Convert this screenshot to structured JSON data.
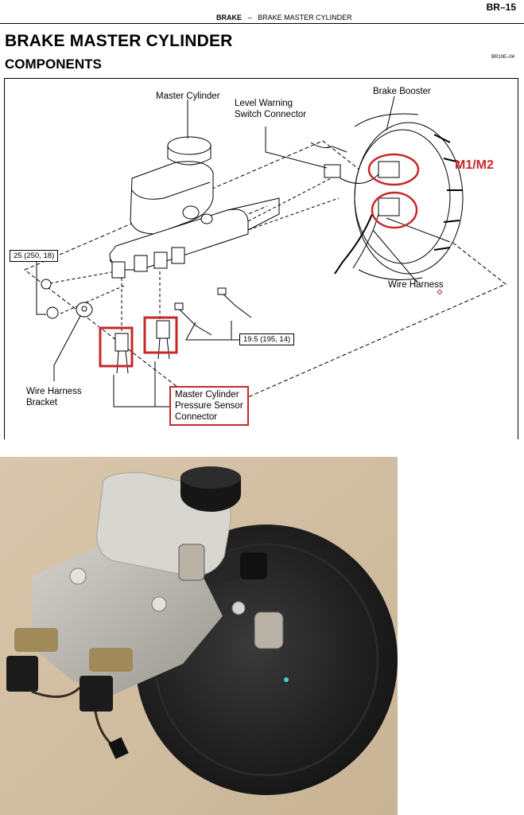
{
  "header": {
    "page_number": "BR–15",
    "section": "BRAKE",
    "separator": "–",
    "topic": "BRAKE MASTER CYLINDER"
  },
  "title": "BRAKE MASTER CYLINDER",
  "subtitle": "COMPONENTS",
  "figure_code": "BR10E–04",
  "diagram": {
    "labels": {
      "master_cylinder": "Master Cylinder",
      "level_warning_line1": "Level Warning",
      "level_warning_line2": "Switch Connector",
      "brake_booster": "Brake Booster",
      "m1_m2": "M1/M2",
      "wire_harness": "Wire Harness",
      "bracket_line1": "Wire Harness",
      "bracket_line2": "Bracket",
      "sensor_line1": "Master Cylinder",
      "sensor_line2": "Pressure Sensor",
      "sensor_line3": "Connector"
    },
    "torque_specs": {
      "nut": "25 (250, 18)",
      "brake_line": "19.5 (195, 14)"
    },
    "highlight_color": "#c62828"
  },
  "photo": {
    "background_color": "#d5c2a8",
    "booster_color": "#1f1f1f",
    "master_cylinder_color": "#b9b6b0"
  }
}
